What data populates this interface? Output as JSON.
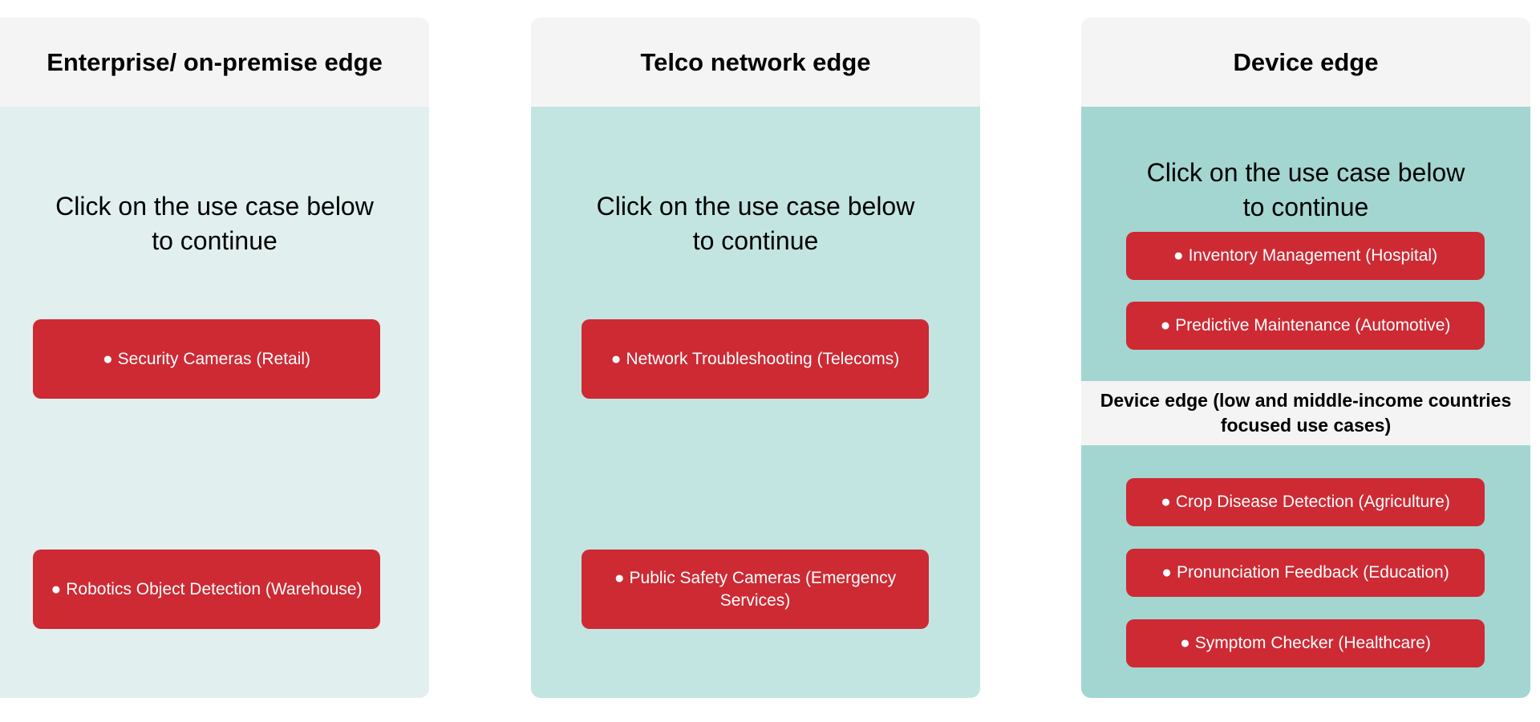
{
  "columns": {
    "enterprise": {
      "title": "Enterprise/ on-premise edge",
      "prompt_line1": "Click on the use case below",
      "prompt_line2": "to continue",
      "use_cases": [
        "Security Cameras (Retail)",
        "Robotics Object Detection (Warehouse)"
      ]
    },
    "telco": {
      "title": "Telco network edge",
      "prompt_line1": "Click on the use case below",
      "prompt_line2": "to continue",
      "use_cases": [
        "Network Troubleshooting (Telecoms)",
        "Public Safety Cameras (Emergency Services)"
      ]
    },
    "device": {
      "title": "Device edge",
      "prompt_line1": "Click on the use case below",
      "prompt_line2": "to continue",
      "use_cases": [
        "Inventory Management (Hospital)",
        "Predictive Maintenance (Automotive)"
      ],
      "lmic_title": "Device edge (low and middle-income countries focused use cases)",
      "lmic_use_cases": [
        "Crop Disease Detection (Agriculture)",
        "Pronunciation Feedback (Education)",
        "Symptom Checker (Healthcare)"
      ]
    }
  },
  "bullet": "●",
  "colors": {
    "button_red": "#cd2a34",
    "header_gray": "#f4f4f4",
    "enterprise_bg": "#e1f0ee",
    "telco_bg": "#c3e5e1",
    "device_bg": "#a3d6d1"
  }
}
